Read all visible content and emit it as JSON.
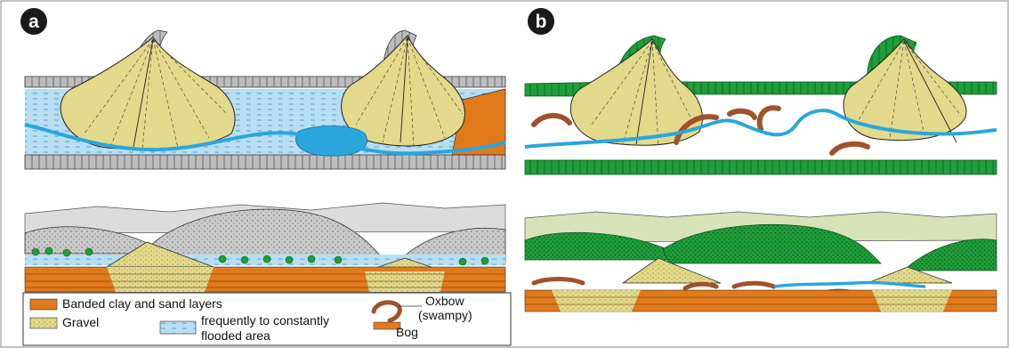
{
  "panels": [
    {
      "letter": "a"
    },
    {
      "letter": "b"
    }
  ],
  "legend": {
    "items": [
      {
        "label": "Banded clay and sand layers",
        "color": "#e07a1c"
      },
      {
        "label": "Gravel",
        "color": "#e2d98a"
      },
      {
        "label": "frequently to constantly",
        "label2": "flooded area",
        "color": "#b8def2"
      },
      {
        "label": "Oxbow",
        "label2": "(swampy)",
        "color": "#a0522d"
      },
      {
        "label": "Bog",
        "color": "#e07a1c"
      }
    ]
  },
  "colors": {
    "levee_gray": "#bdbdbd",
    "forest_green": "#1f9e3a",
    "river_blue": "#2aa6dc",
    "flood_light_blue": "#b8def2",
    "fan_yellow": "#e2d98a",
    "clay_orange": "#e07a1c",
    "oxbow_brown": "#a0522d",
    "hill_gray": "#c9c9c9",
    "far_hill": "#dcdcdc",
    "far_hill_green": "#d7e2b8"
  }
}
